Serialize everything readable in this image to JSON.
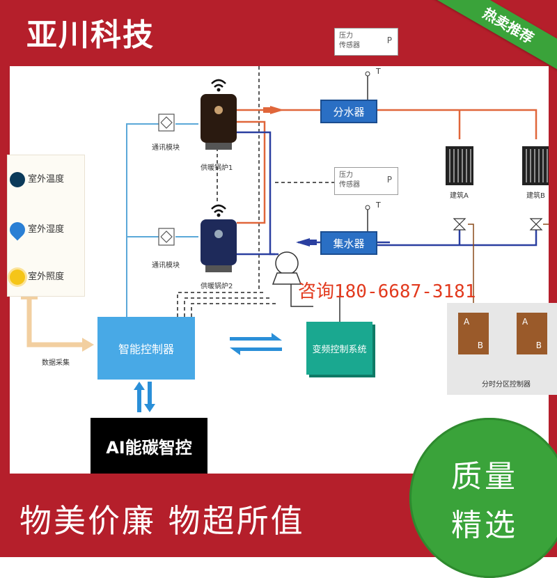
{
  "brand": "亚川科技",
  "ribbon": "热卖推荐",
  "footer_slogan": "物美价廉 物超所值",
  "badge": {
    "line1": "质量",
    "line2": "精选"
  },
  "sensors": [
    {
      "label": "室外温度",
      "icon": "thermometer-icon"
    },
    {
      "label": "室外湿度",
      "icon": "water-drop-icon"
    },
    {
      "label": "室外照度",
      "icon": "sun-icon"
    }
  ],
  "data_collection": "数据采集",
  "comm_module_1": "通讯模块",
  "comm_module_2": "通讯模块",
  "boiler_1": "供暖锅炉1",
  "boiler_2": "供暖锅炉2",
  "pressure_sensor_1": {
    "line1": "压力",
    "line2": "传感器",
    "tag": "P"
  },
  "pressure_sensor_2": {
    "line1": "压力",
    "line2": "传感器",
    "tag": "P"
  },
  "temp_tag_1": "T",
  "temp_tag_2": "T",
  "distributor": "分水器",
  "collector": "集水器",
  "building_a": "建筑A",
  "building_b": "建筑B",
  "controller": "智能控制器",
  "vfd_system": "变频控制系统",
  "zone_controller": "分时分区控制器",
  "zone_a1": "A",
  "zone_b1": "B",
  "zone_a2": "A",
  "zone_b2": "B",
  "ai_banner": "AI能碳智控",
  "consult": "咨询180-6687-3181",
  "colors": {
    "frame": "#b51f2b",
    "green": "#3aa33a",
    "controller": "#48a9e6",
    "vfd": "#1aa890",
    "header": "#2a6fc4",
    "supply_pipe": "#e0663a",
    "return_pipe": "#2a3fa0",
    "signal_pipe": "#5aa8d8"
  }
}
